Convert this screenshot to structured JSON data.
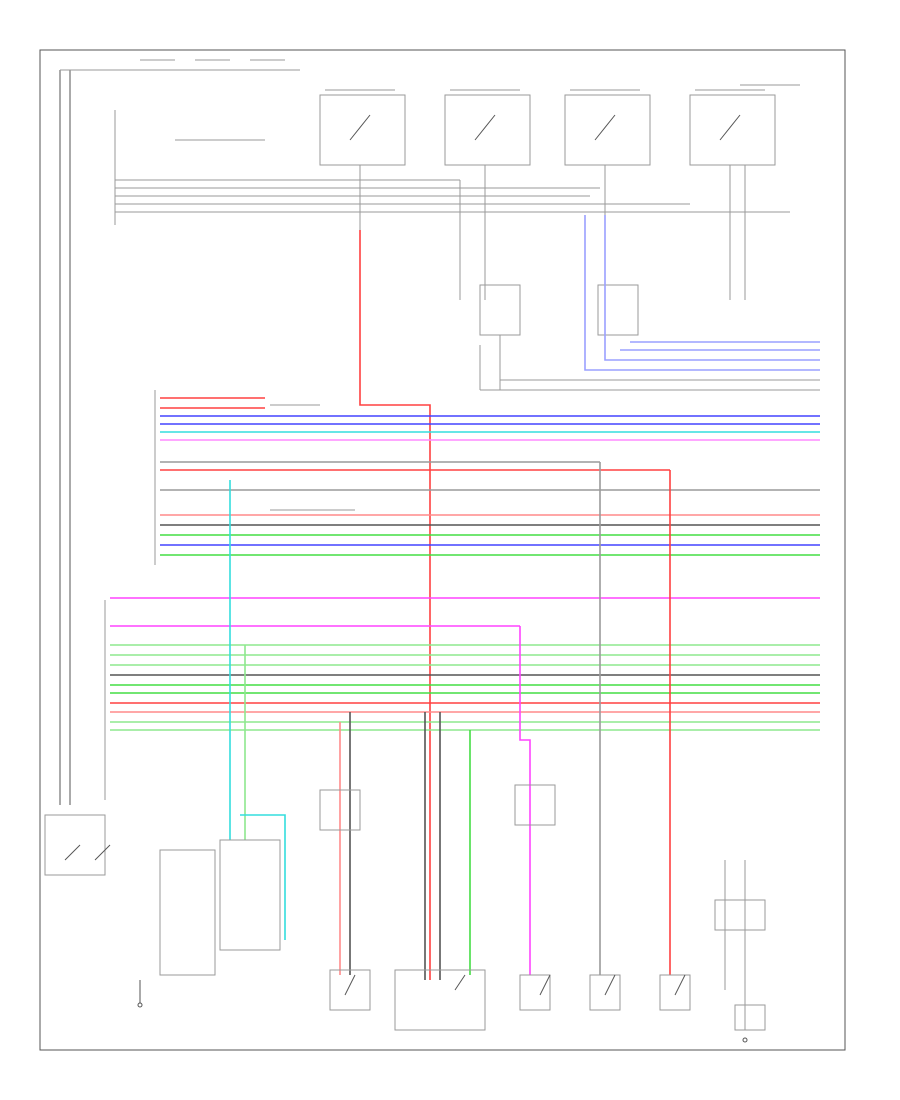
{
  "footer": {
    "code": ""
  },
  "colors": {
    "red": "#ff4040",
    "pink": "#ff8a8a",
    "blue": "#4444ff",
    "lightblue": "#9aa0ff",
    "cyan": "#33dddd",
    "magenta": "#ff44ff",
    "green": "#44dd44",
    "lightgreen": "#8ee88e",
    "darkgray": "#555555",
    "gray": "#9a9a9a",
    "black": "#333333"
  },
  "components": [
    {
      "id": "power-window-master-switch",
      "label": ""
    },
    {
      "id": "front-passenger-switch",
      "label": ""
    },
    {
      "id": "rear-left-switch",
      "label": ""
    },
    {
      "id": "rear-right-switch",
      "label": ""
    },
    {
      "id": "front-left-motor",
      "label": ""
    },
    {
      "id": "front-right-motor",
      "label": ""
    },
    {
      "id": "rear-left-motor",
      "label": ""
    },
    {
      "id": "rear-right-motor",
      "label": ""
    },
    {
      "id": "junction-block",
      "label": ""
    },
    {
      "id": "ground",
      "label": ""
    }
  ]
}
